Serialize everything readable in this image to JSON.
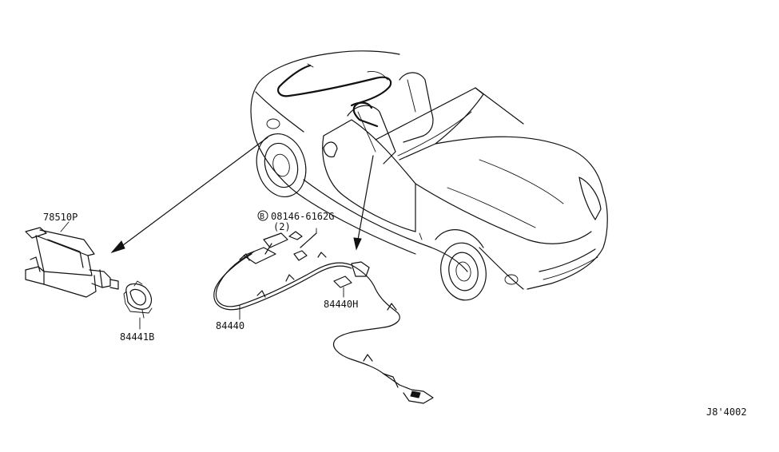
{
  "labels": {
    "part_78510p": "78510P",
    "part_84441b": "84441B",
    "bolt_prefix": "B",
    "bolt_number": "08146-6162G",
    "bolt_qty": "(2)",
    "part_84440": "84440",
    "part_84440h": "84440H",
    "diagram_code": "J8'4002"
  }
}
